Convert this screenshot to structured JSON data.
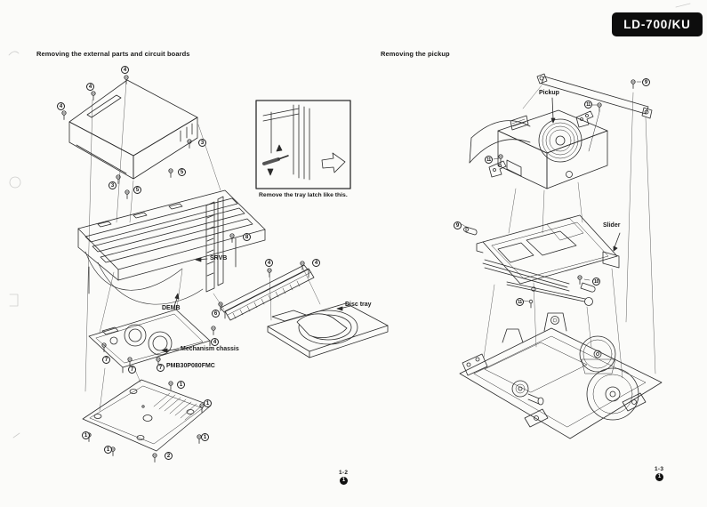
{
  "page": {
    "badge": "LD-700/KU",
    "footer": {
      "left": {
        "page_no": "1-2",
        "marker": "1"
      },
      "right": {
        "page_no": "1-3",
        "marker": "1"
      }
    }
  },
  "sections": {
    "left_heading": "Removing the external parts and circuit boards",
    "right_heading": "Removing the pickup"
  },
  "inset": {
    "caption": "Remove the tray latch like this."
  },
  "labels": {
    "srvb": "SRVB",
    "demb": "DEMB",
    "mechanism_chassis": "Mechanism chassis",
    "pmb_board": "PMB30P080FMC",
    "disc_tray": "Disc tray",
    "pickup": "Pickup",
    "slider": "Slider"
  },
  "callouts": {
    "left": [
      "4",
      "4",
      "4",
      "3",
      "5",
      "3",
      "5",
      "8",
      "6",
      "4",
      "4",
      "4",
      "7",
      "7",
      "7",
      "1",
      "1",
      "1",
      "1",
      "1",
      "2"
    ],
    "right": [
      "9",
      "11",
      "11",
      "9",
      "10",
      "11"
    ]
  },
  "colors": {
    "ink": "#2b2b2b",
    "paper": "#fbfbf9",
    "badge_bg": "#0d0d0d"
  }
}
